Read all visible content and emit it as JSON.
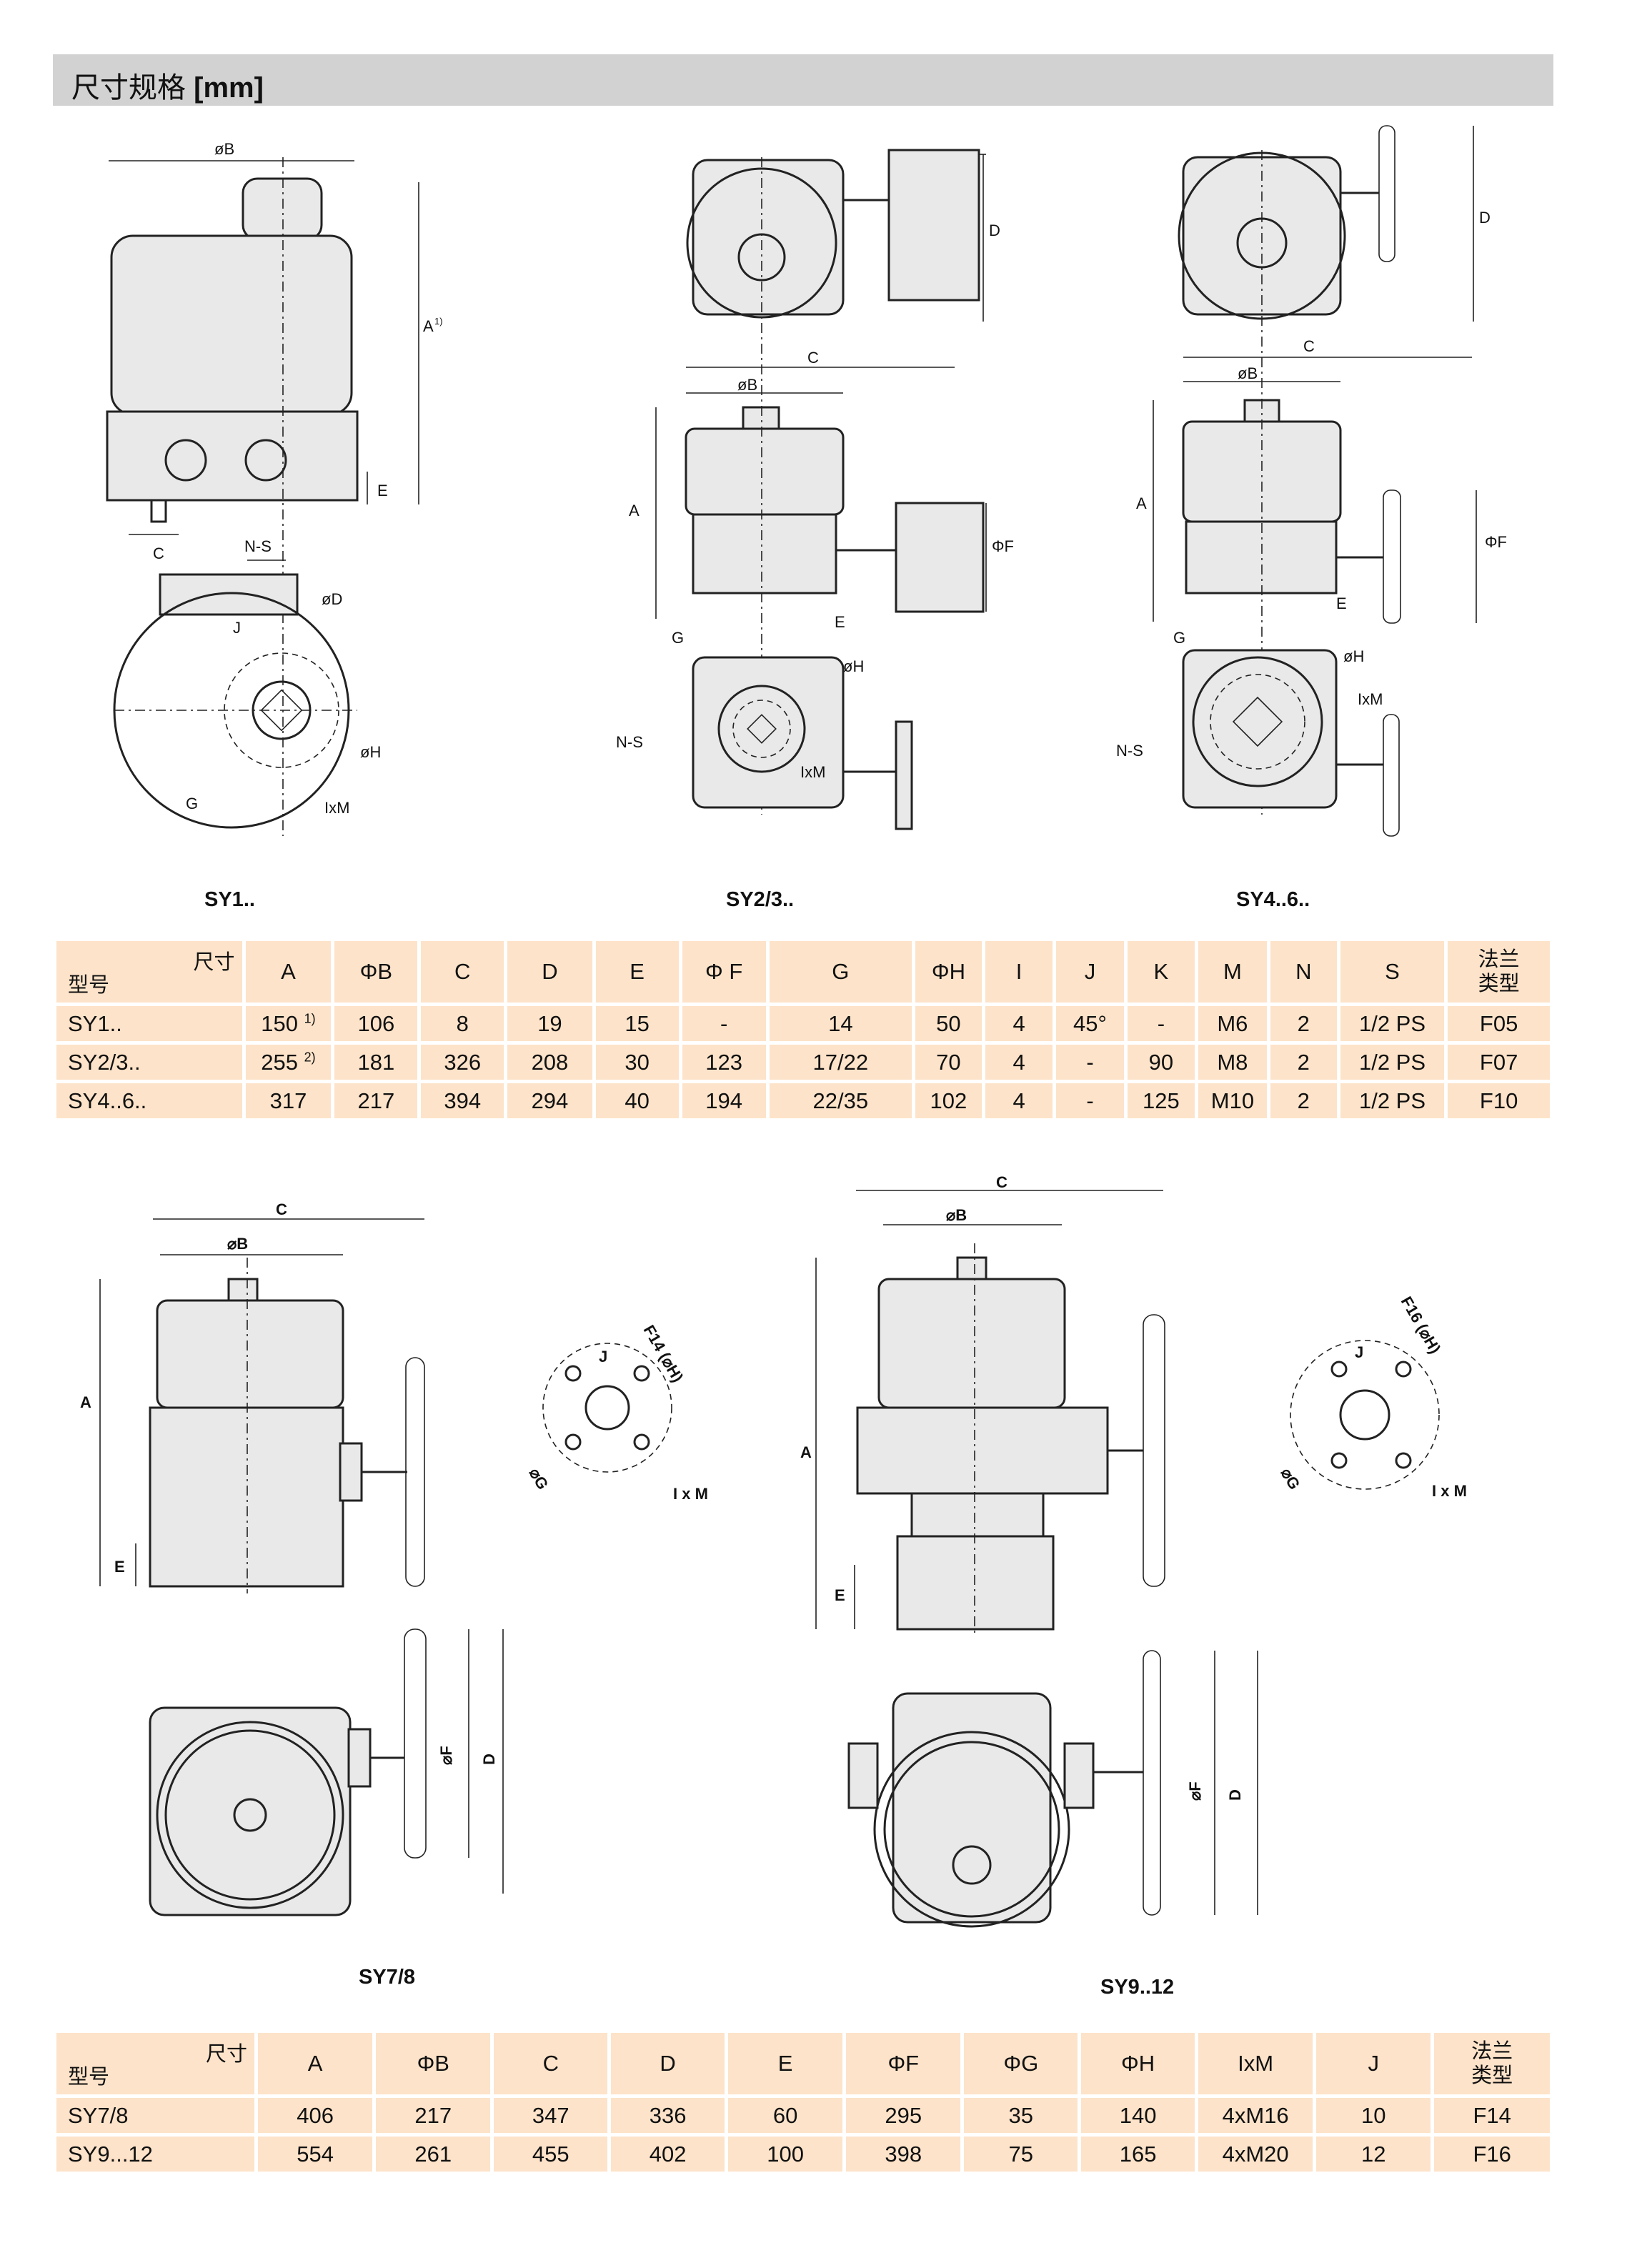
{
  "header": {
    "title": "尺寸规格",
    "unit": "[mm]"
  },
  "drawings": {
    "sy1": {
      "model": "SY1..",
      "labels": {
        "B": "øB",
        "A": "A",
        "A_note": "1)",
        "E": "E",
        "C": "C",
        "NS": "N-S",
        "D": "øD",
        "J": "J",
        "G": "G",
        "H": "øH",
        "IxM": "IxM"
      }
    },
    "sy23": {
      "model": "SY2/3..",
      "labels": {
        "D": "D",
        "C": "C",
        "B": "øB",
        "A": "A",
        "F": "ΦF",
        "E": "E",
        "G": "G",
        "H": "øH",
        "NS": "N-S",
        "IxM": "IxM"
      }
    },
    "sy46": {
      "model": "SY4..6..",
      "labels": {
        "D": "D",
        "C": "C",
        "B": "øB",
        "A": "A",
        "F": "ΦF",
        "E": "E",
        "G": "G",
        "H": "øH",
        "NS": "N-S",
        "IxM": "IxM"
      }
    },
    "sy78": {
      "model": "SY7/8",
      "labels": {
        "C": "C",
        "B": "⌀B",
        "A": "A",
        "E": "E",
        "flange": "F14 (⌀H)",
        "J": "J",
        "G": "⌀G",
        "IxM": "I x M",
        "F": "⌀F",
        "D": "D"
      }
    },
    "sy912": {
      "model": "SY9..12",
      "labels": {
        "C": "C",
        "B": "⌀B",
        "A": "A",
        "E": "E",
        "flange": "F16 (⌀H)",
        "J": "J",
        "G": "⌀G",
        "IxM": "I x M",
        "F": "⌀F",
        "D": "D"
      }
    }
  },
  "table1": {
    "corner_top": "尺寸",
    "corner_bottom": "型号",
    "columns": [
      "A",
      "ΦB",
      "C",
      "D",
      "E",
      "Φ F",
      "G",
      "ΦH",
      "I",
      "J",
      "K",
      "M",
      "N",
      "S"
    ],
    "flange_header": [
      "法兰",
      "类型"
    ],
    "rows": [
      {
        "model": "SY1..",
        "A": "150",
        "A_note": "1)",
        "cells": [
          "106",
          "8",
          "19",
          "15",
          "-",
          "14",
          "50",
          "4",
          "45°",
          "-",
          "M6",
          "2",
          "1/2 PS",
          "F05"
        ]
      },
      {
        "model": "SY2/3..",
        "A": "255",
        "A_note": "2)",
        "cells": [
          "181",
          "326",
          "208",
          "30",
          "123",
          "17/22",
          "70",
          "4",
          "-",
          "90",
          "M8",
          "2",
          "1/2 PS",
          "F07"
        ]
      },
      {
        "model": "SY4..6..",
        "A": "317",
        "A_note": "",
        "cells": [
          "217",
          "394",
          "294",
          "40",
          "194",
          "22/35",
          "102",
          "4",
          "-",
          "125",
          "M10",
          "2",
          "1/2 PS",
          "F10"
        ]
      }
    ]
  },
  "table2": {
    "corner_top": "尺寸",
    "corner_bottom": "型号",
    "columns": [
      "A",
      "ΦB",
      "C",
      "D",
      "E",
      "ΦF",
      "ΦG",
      "ΦH",
      "IxM",
      "J"
    ],
    "flange_header": [
      "法兰",
      "类型"
    ],
    "rows": [
      {
        "model": "SY7/8",
        "cells": [
          "406",
          "217",
          "347",
          "336",
          "60",
          "295",
          "35",
          "140",
          "4xM16",
          "10",
          "F14"
        ]
      },
      {
        "model": "SY9...12",
        "cells": [
          "554",
          "261",
          "455",
          "402",
          "100",
          "398",
          "75",
          "165",
          "4xM20",
          "12",
          "F16"
        ]
      }
    ]
  }
}
